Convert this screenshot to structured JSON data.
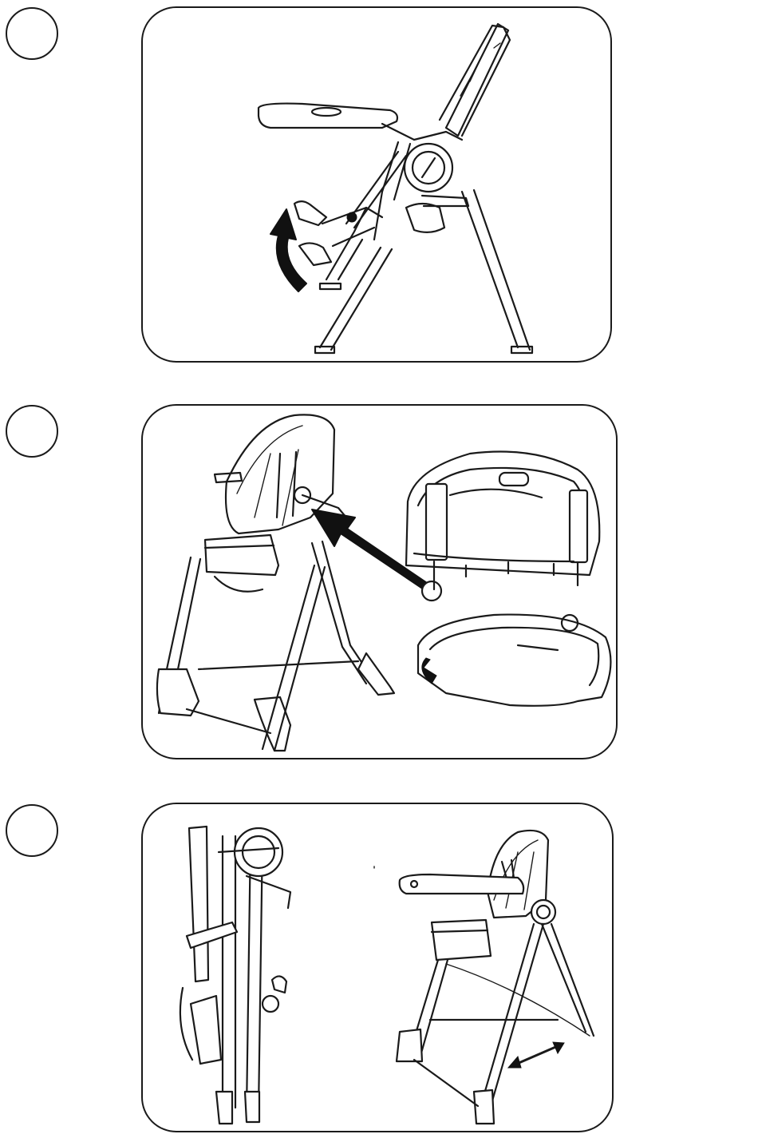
{
  "steps": [
    {
      "id": 1,
      "illustration": "high-chair-footrest-fold",
      "icon": "curved-arrow-icon"
    },
    {
      "id": 2,
      "illustration": "high-chair-tray-removal",
      "icon": "straight-arrow-icon"
    },
    {
      "id": 3,
      "illustration": "high-chair-folded-and-unfolded",
      "icon": "double-arrow-icon"
    }
  ],
  "colors": {
    "line": "#1a1a1a",
    "background": "#ffffff"
  }
}
